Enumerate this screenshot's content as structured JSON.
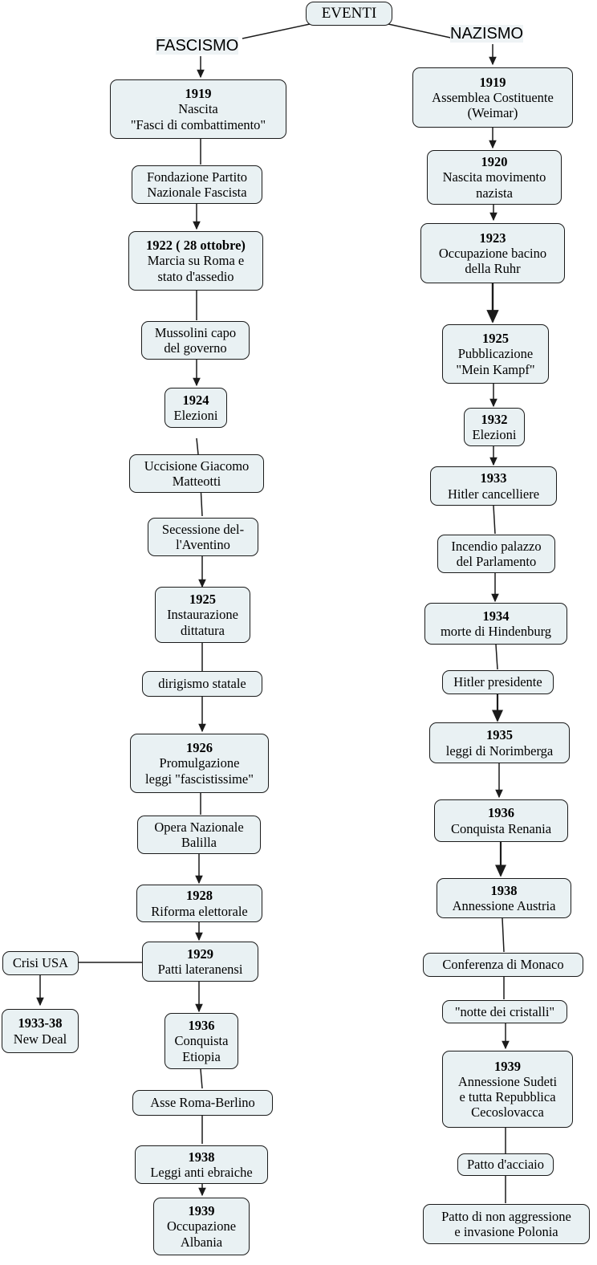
{
  "diagram": {
    "title": "EVENTI",
    "root": {
      "id": "eventi",
      "label": "EVENTI"
    },
    "branches": [
      {
        "id": "fascismo",
        "label": "FASCISMO"
      },
      {
        "id": "nazismo",
        "label": "NAZISMO"
      }
    ],
    "colors": {
      "node_fill": "#e9f1f3",
      "node_border": "#1b1b1b",
      "edge": "#1b1b1b",
      "background": "#ffffff",
      "text": "#000000"
    },
    "fascismo_nodes": [
      {
        "id": "f1919",
        "year": "1919",
        "lines": [
          "Nascita",
          "\"Fasci di combattimento\""
        ]
      },
      {
        "id": "f_pnf",
        "year": "",
        "lines": [
          "Fondazione Partito",
          "Nazionale Fascista"
        ]
      },
      {
        "id": "f1922",
        "year": "1922 ( 28 ottobre)",
        "lines": [
          "Marcia su Roma e",
          "stato d'assedio"
        ]
      },
      {
        "id": "f_capo",
        "year": "",
        "lines": [
          "Mussolini capo",
          "del governo"
        ]
      },
      {
        "id": "f1924",
        "year": "1924",
        "lines": [
          "Elezioni"
        ]
      },
      {
        "id": "f_matteotti",
        "year": "",
        "lines": [
          "Uccisione Giacomo",
          "Matteotti"
        ]
      },
      {
        "id": "f_aventino",
        "year": "",
        "lines": [
          "Secessione del-",
          "l'Aventino"
        ]
      },
      {
        "id": "f1925",
        "year": "1925",
        "lines": [
          "Instaurazione",
          "dittatura"
        ]
      },
      {
        "id": "f_dirigismo",
        "year": "",
        "lines": [
          "dirigismo statale"
        ]
      },
      {
        "id": "f1926",
        "year": "1926",
        "lines": [
          "Promulgazione",
          "leggi \"fascistissime\""
        ]
      },
      {
        "id": "f_balilla",
        "year": "",
        "lines": [
          "Opera Nazionale",
          "Balilla"
        ]
      },
      {
        "id": "f1928",
        "year": "1928",
        "lines": [
          "Riforma elettorale"
        ]
      },
      {
        "id": "f1929",
        "year": "1929",
        "lines": [
          "Patti lateranensi"
        ]
      },
      {
        "id": "f1936",
        "year": "1936",
        "lines": [
          "Conquista",
          "Etiopia"
        ]
      },
      {
        "id": "f_asse",
        "year": "",
        "lines": [
          "Asse Roma-Berlino"
        ]
      },
      {
        "id": "f1938",
        "year": "1938",
        "lines": [
          "Leggi anti ebraiche"
        ]
      },
      {
        "id": "f1939",
        "year": "1939",
        "lines": [
          "Occupazione",
          "Albania"
        ]
      }
    ],
    "usa_nodes": [
      {
        "id": "u_crisi",
        "year": "",
        "lines": [
          "Crisi USA"
        ]
      },
      {
        "id": "u_newdeal",
        "year": "1933-38",
        "lines": [
          "New Deal"
        ]
      }
    ],
    "nazismo_nodes": [
      {
        "id": "n1919",
        "year": "1919",
        "lines": [
          "Assemblea Costituente",
          "(Weimar)"
        ]
      },
      {
        "id": "n1920",
        "year": "1920",
        "lines": [
          "Nascita movimento",
          "nazista"
        ]
      },
      {
        "id": "n1923",
        "year": "1923",
        "lines": [
          "Occupazione bacino",
          "della Ruhr"
        ]
      },
      {
        "id": "n1925",
        "year": "1925",
        "lines": [
          "Pubblicazione",
          "\"Mein Kampf\""
        ]
      },
      {
        "id": "n1932",
        "year": "1932",
        "lines": [
          "Elezioni"
        ]
      },
      {
        "id": "n1933",
        "year": "1933",
        "lines": [
          "Hitler cancelliere"
        ]
      },
      {
        "id": "n_incendio",
        "year": "",
        "lines": [
          "Incendio palazzo",
          "del Parlamento"
        ]
      },
      {
        "id": "n1934",
        "year": "1934",
        "lines": [
          "morte di Hindenburg"
        ]
      },
      {
        "id": "n_presidente",
        "year": "",
        "lines": [
          "Hitler presidente"
        ]
      },
      {
        "id": "n1935",
        "year": "1935",
        "lines": [
          "leggi di Norimberga"
        ]
      },
      {
        "id": "n1936",
        "year": "1936",
        "lines": [
          "Conquista Renania"
        ]
      },
      {
        "id": "n1938",
        "year": "1938",
        "lines": [
          "Annessione Austria"
        ]
      },
      {
        "id": "n_monaco",
        "year": "",
        "lines": [
          "Conferenza di Monaco"
        ]
      },
      {
        "id": "n_cristalli",
        "year": "",
        "lines": [
          "\"notte dei cristalli\""
        ]
      },
      {
        "id": "n1939",
        "year": "1939",
        "lines": [
          "Annessione Sudeti",
          "e tutta Repubblica",
          "Cecoslovacca"
        ]
      },
      {
        "id": "n_acciaio",
        "year": "",
        "lines": [
          "Patto d'acciaio"
        ]
      },
      {
        "id": "n_polonia",
        "year": "",
        "lines": [
          "Patto di non aggressione",
          "e invasione Polonia"
        ]
      }
    ]
  }
}
